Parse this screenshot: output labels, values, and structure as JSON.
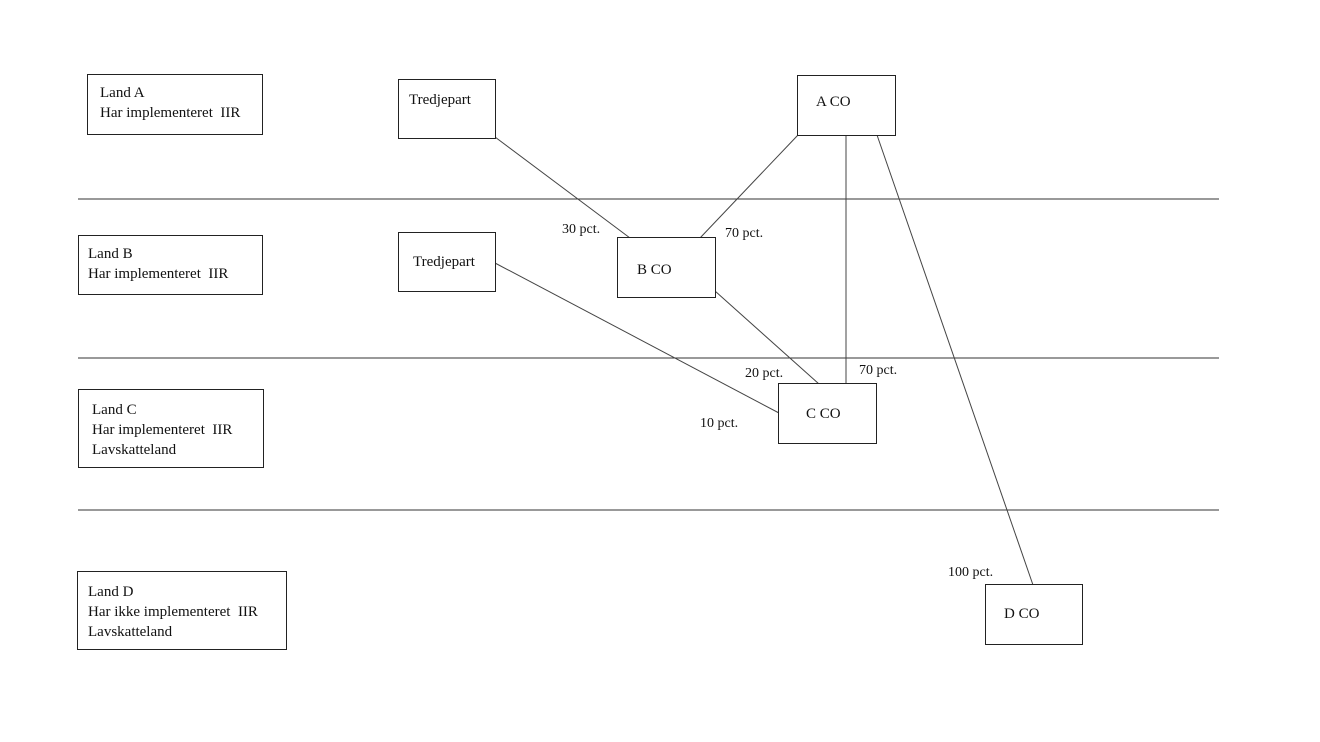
{
  "countries": [
    {
      "name": "Land A",
      "lines": [
        "Har implementeret  IIR"
      ]
    },
    {
      "name": "Land B",
      "lines": [
        "Har implementeret  IIR"
      ]
    },
    {
      "name": "Land C",
      "lines": [
        "Har implementeret  IIR",
        "Lavskatteland"
      ]
    },
    {
      "name": "Land D",
      "lines": [
        "Har ikke implementeret  IIR",
        "Lavskatteland"
      ]
    }
  ],
  "entities": {
    "third_party_a": "Tredjepart",
    "third_party_b": "Tredjepart",
    "a_co": "A CO",
    "b_co": "B CO",
    "c_co": "C CO",
    "d_co": "D CO"
  },
  "ownership": [
    {
      "from": "Tredjepart (Land A)",
      "to": "B CO",
      "label": "30 pct."
    },
    {
      "from": "A CO",
      "to": "B CO",
      "label": "70 pct."
    },
    {
      "from": "B CO",
      "to": "C CO",
      "label": "20 pct."
    },
    {
      "from": "A CO",
      "to": "C CO",
      "label": "70 pct."
    },
    {
      "from": "Tredjepart (Land B)",
      "to": "C CO",
      "label": "10 pct."
    },
    {
      "from": "A CO",
      "to": "D CO",
      "label": "100 pct."
    }
  ]
}
